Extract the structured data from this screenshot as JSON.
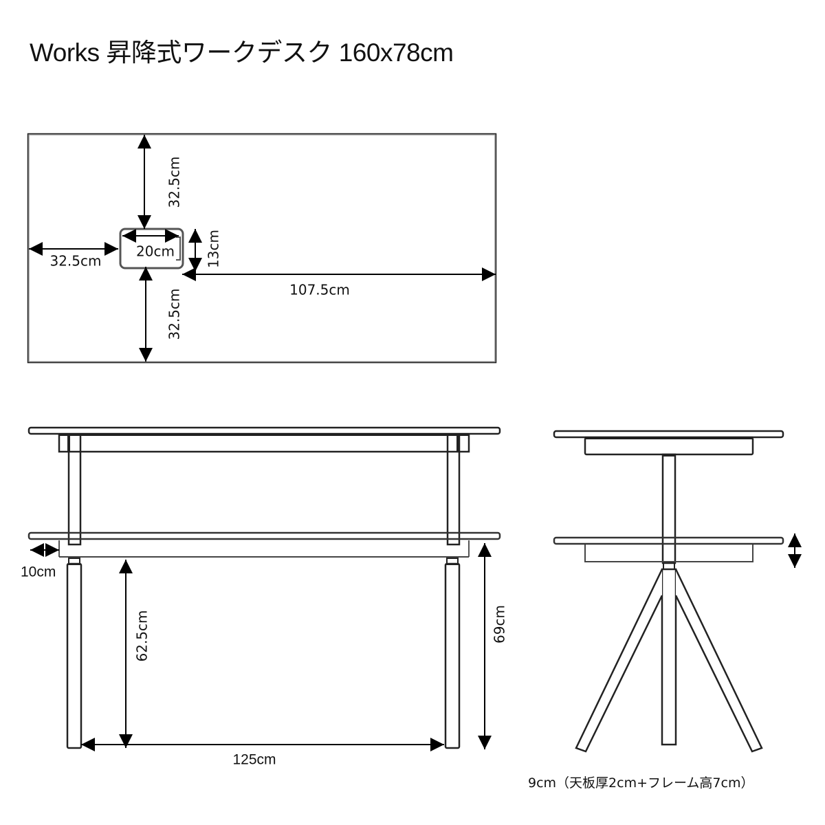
{
  "title": "Works 昇降式ワークデスク 160x78cm",
  "top_view": {
    "name": "desktop-top-view",
    "outline_color": "#555555",
    "dimensions": {
      "hole_to_back_edge": "32.5cm",
      "hole_to_front_edge": "32.5cm",
      "hole_to_left_edge": "32.5cm",
      "hole_width": "20cm",
      "hole_depth": "13cm",
      "hole_to_right_edge": "107.5cm"
    }
  },
  "front_view": {
    "name": "desk-front-view",
    "dimensions": {
      "overhang": "10cm",
      "min_clearance_height": "62.5cm",
      "min_total_height": "69cm",
      "leg_span": "125cm"
    }
  },
  "side_view": {
    "name": "desk-side-view",
    "adjust_indicator": "height-adjust-arrow",
    "caption": "9cm（天板厚2cm+フレーム高7cm）"
  }
}
